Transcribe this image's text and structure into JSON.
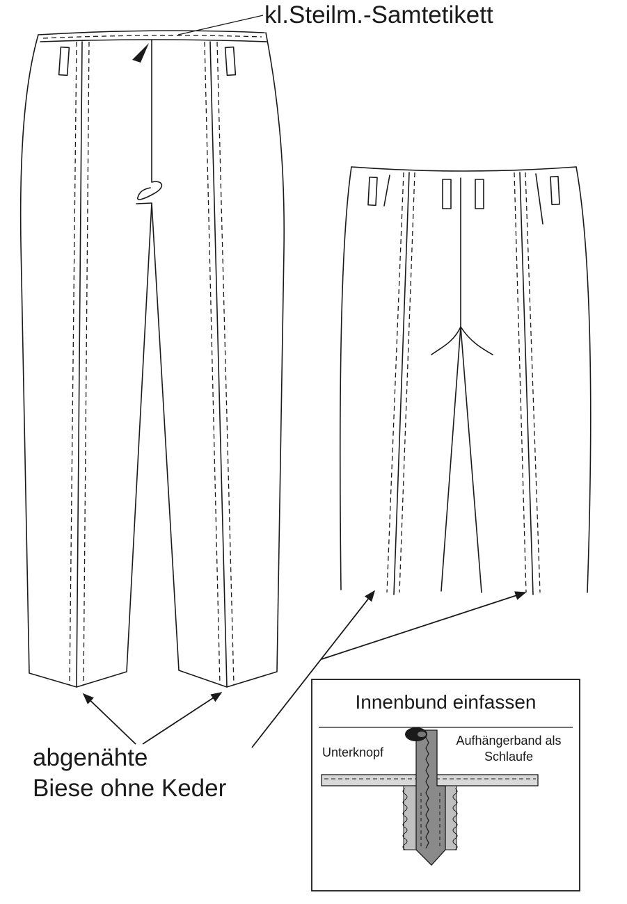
{
  "labels": {
    "velvet_label": "kl.Steilm.-Samtetikett",
    "piping_line1": "abgenähte",
    "piping_line2": "Biese ohne Keder"
  },
  "inset": {
    "title": "Innenbund einfassen",
    "left_note": "Unterknopf",
    "right_note_line1": "Aufhängerband als",
    "right_note_line2": "Schlaufe"
  }
}
